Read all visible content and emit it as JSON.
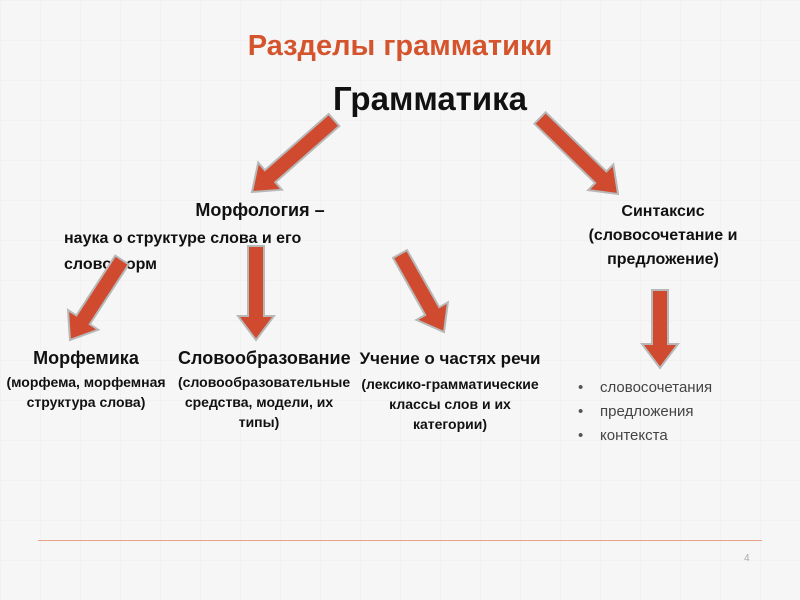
{
  "title": "Разделы грамматики",
  "root": "Грамматика",
  "morphology": {
    "heading": "Морфология –",
    "description": "наука о структуре слова и его словоформ"
  },
  "syntax": {
    "text": "Синтаксис (словосочетание и предложение)"
  },
  "branches": [
    {
      "heading": "Морфемика",
      "details": "(морфема, морфемная структура слова)"
    },
    {
      "heading": "Словообразование",
      "details": "(словообразовательные средства, модели, их типы)"
    },
    {
      "heading": "Учение о частях речи",
      "details": "(лексико-грамматические классы слов и их категории)"
    }
  ],
  "syntax_items": [
    "словосочетания",
    "предложения",
    "контекста"
  ],
  "page_number": "4",
  "colors": {
    "accent": "#d4542d",
    "arrow": "#cf4a2e",
    "arrow_outline": "#b8b8b8",
    "rule": "#e8a286"
  }
}
